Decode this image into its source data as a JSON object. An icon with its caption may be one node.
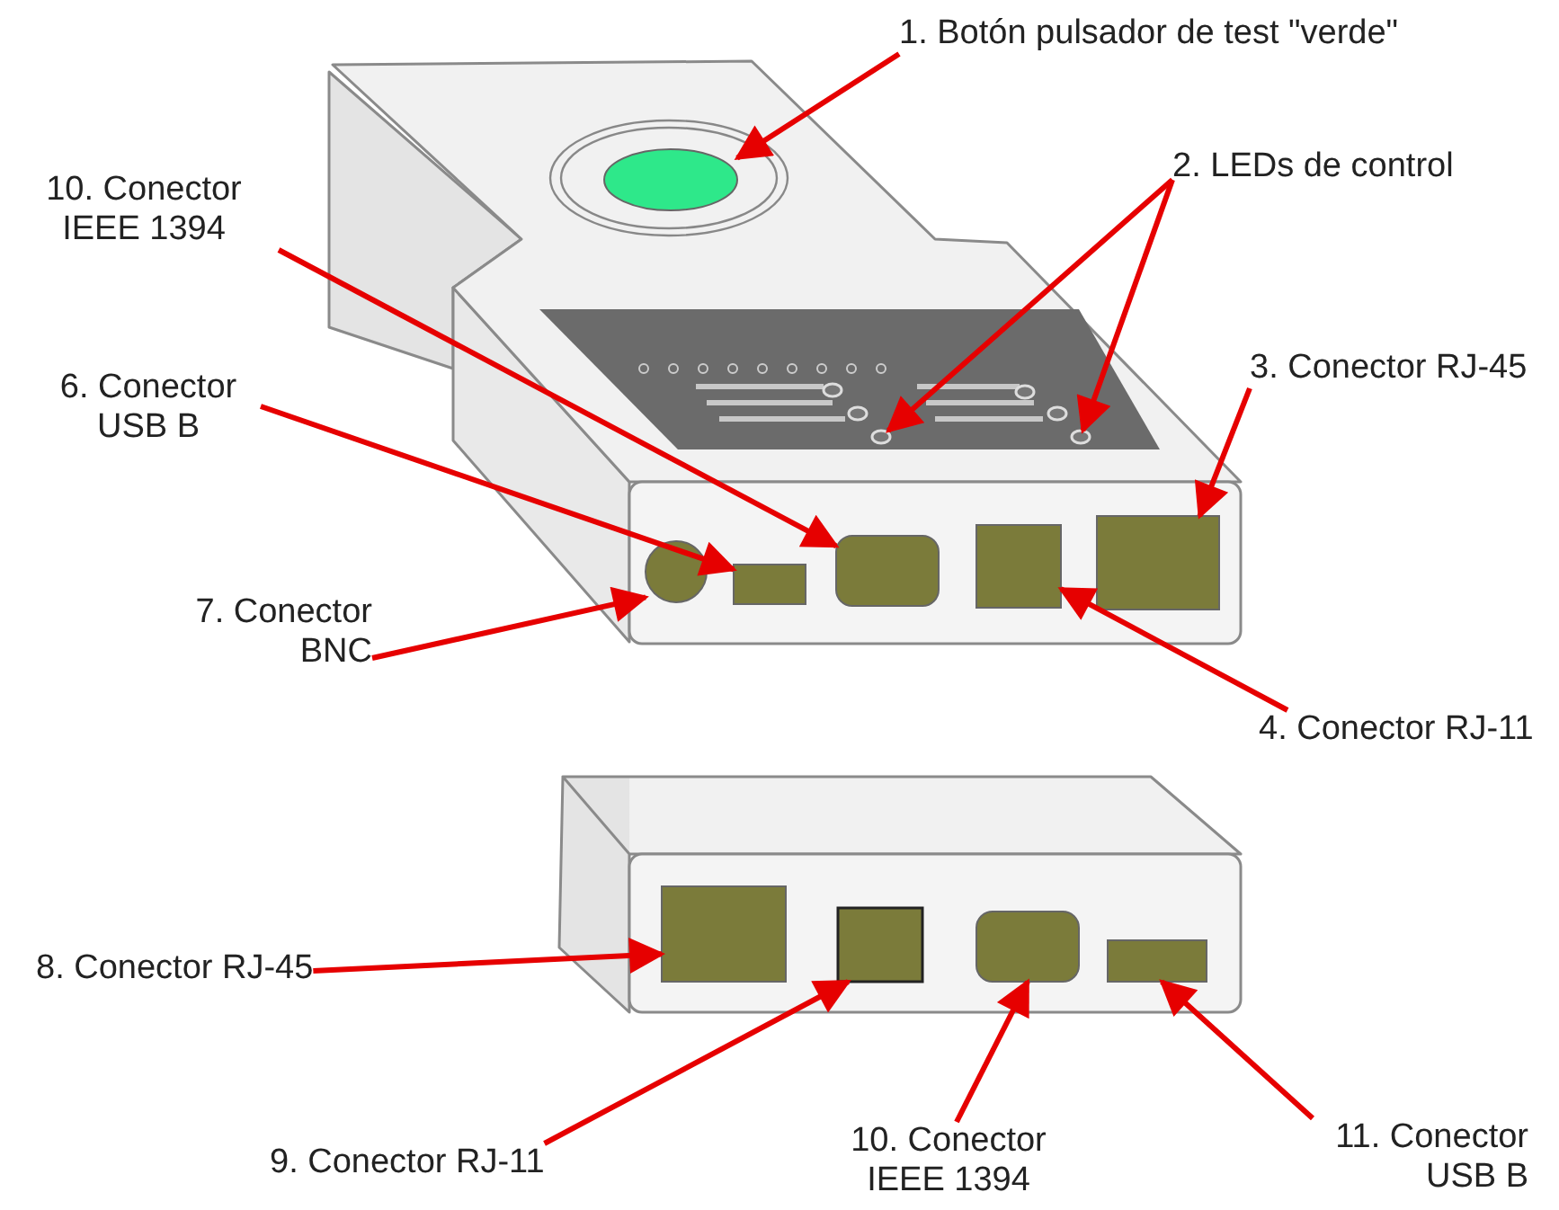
{
  "diagram": {
    "nodes": [
      {
        "text": [
          "1. Botón pulsador de test \"verde\""
        ]
      },
      {
        "text": [
          "2. LEDs de control"
        ]
      },
      {
        "text": [
          "3. Conector RJ-45"
        ]
      },
      {
        "text": [
          "4. Conector RJ-11"
        ]
      },
      {
        "text": [
          "6. Conector USB B"
        ]
      },
      {
        "text": [
          "7. Conector BNC"
        ]
      },
      {
        "text": [
          "10. Conector IEEE 1394"
        ]
      },
      {
        "text": [
          "8. Conector RJ-45"
        ]
      },
      {
        "text": [
          "9. Conector RJ-11"
        ]
      },
      {
        "text": [
          "10. Conector IEEE 1394"
        ]
      },
      {
        "text": [
          "11. Conector USB B"
        ]
      },
      {
        "text": [],
        "shape": "circle"
      },
      {
        "text": [],
        "shape": "circle"
      },
      {
        "text": [],
        "shape": "circle"
      },
      {
        "text": [],
        "shape": "circle"
      },
      {
        "text": [],
        "shape": "box"
      },
      {
        "text": [],
        "shape": "box"
      },
      {
        "text": [],
        "shape": "box"
      },
      {
        "text": [],
        "shape": "box"
      },
      {
        "text": [],
        "shape": "box"
      },
      {
        "text": [],
        "shape": "box"
      },
      {
        "text": [],
        "shape": "box"
      },
      {
        "text": [],
        "shape": "box"
      }
    ],
    "edges": [
      {
        "from": 0,
        "to": 11,
        "arrow": "to"
      },
      {
        "from": 1,
        "to": 12,
        "arrow": "to"
      },
      {
        "from": 1,
        "to": 13,
        "arrow": "to"
      },
      {
        "from": 2,
        "to": 18,
        "arrow": "to"
      },
      {
        "from": 3,
        "to": 17,
        "arrow": "to"
      },
      {
        "from": 4,
        "to": 15,
        "arrow": "to"
      },
      {
        "from": 5,
        "to": 14,
        "arrow": "to"
      },
      {
        "from": 6,
        "to": 16,
        "arrow": "to"
      },
      {
        "from": 7,
        "to": 19,
        "arrow": "to"
      },
      {
        "from": 8,
        "to": 20,
        "arrow": "to"
      },
      {
        "from": 9,
        "to": 21,
        "arrow": "to"
      },
      {
        "from": 10,
        "to": 22,
        "arrow": "to"
      }
    ]
  }
}
